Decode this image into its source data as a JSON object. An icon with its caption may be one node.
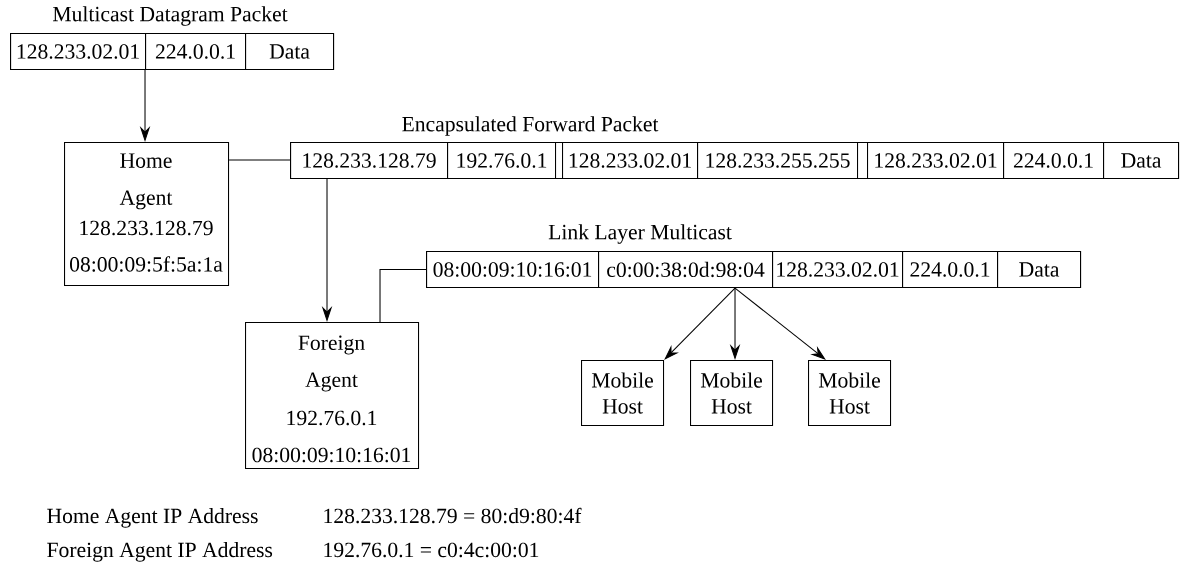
{
  "diagram": {
    "nodes": [
      {
        "text": [
          "Multicast Datagram Packet"
        ]
      },
      {
        "text": [
          "128.233.02.01"
        ],
        "in": 0
      },
      {
        "text": [
          "224.0.0.1"
        ],
        "in": 0
      },
      {
        "text": [
          "Data"
        ],
        "in": 0
      },
      {
        "text": [
          "Home Agent",
          "128.233.128.79",
          "08:00:09:5f:5a:1a"
        ]
      },
      {
        "text": [
          "Encapsulated Forward Packet"
        ]
      },
      {
        "text": [
          "128.233.128.79"
        ],
        "in": 5
      },
      {
        "text": [
          "192.76.0.1"
        ],
        "in": 5
      },
      {
        "text": [
          "128.233.02.01"
        ],
        "in": 5
      },
      {
        "text": [
          "128.233.255.255"
        ],
        "in": 5
      },
      {
        "text": [
          "128.233.02.01"
        ],
        "in": 5
      },
      {
        "text": [
          "224.0.0.1"
        ],
        "in": 5
      },
      {
        "text": [
          "Data"
        ],
        "in": 5
      },
      {
        "text": [
          "Link Layer Multicast"
        ]
      },
      {
        "text": [
          "08:00:09:10:16:01"
        ],
        "in": 13
      },
      {
        "text": [
          "c0:00:38:0d:98:04"
        ],
        "in": 13
      },
      {
        "text": [
          "128.233.02.01"
        ],
        "in": 13
      },
      {
        "text": [
          "224.0.0.1"
        ],
        "in": 13
      },
      {
        "text": [
          "Data"
        ],
        "in": 13
      },
      {
        "text": [
          "Foreign Agent",
          "192.76.0.1",
          "08:00:09:10:16:01"
        ]
      },
      {
        "text": [
          "Mobile Host"
        ]
      },
      {
        "text": [
          "Mobile Host"
        ]
      },
      {
        "text": [
          "Mobile Host"
        ]
      }
    ],
    "edges": [
      {
        "from": 0,
        "to": 4,
        "arrow": "to"
      },
      {
        "from": 4,
        "to": 5,
        "arrow": "none"
      },
      {
        "from": 5,
        "to": 19,
        "arrow": "to"
      },
      {
        "from": 19,
        "to": 13,
        "arrow": "none"
      },
      {
        "from": 13,
        "to": 20,
        "arrow": "to"
      },
      {
        "from": 13,
        "to": 21,
        "arrow": "to"
      },
      {
        "from": 13,
        "to": 22,
        "arrow": "to"
      }
    ],
    "labels": [
      "Home Agent IP Address",
      "128.233.128.79 = 80:d9:80:4f",
      "Foreign Agent IP Address",
      "192.76.0.1 = c0:4c:00:01"
    ]
  }
}
